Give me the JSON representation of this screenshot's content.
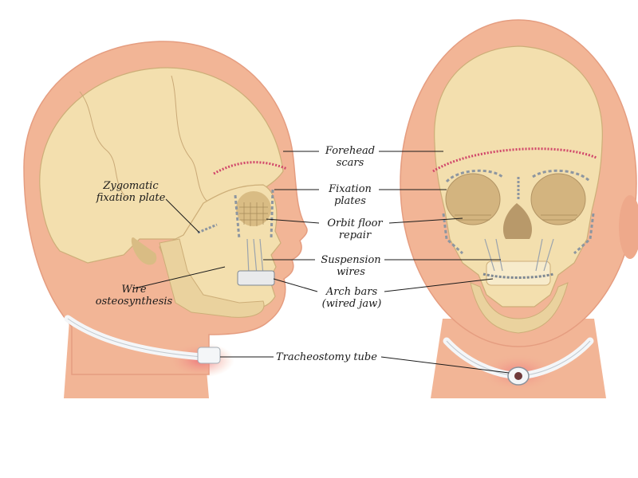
{
  "labels": {
    "forehead_scars": {
      "line1": "Forehead",
      "line2": "scars"
    },
    "fixation_plates": {
      "line1": "Fixation",
      "line2": "plates"
    },
    "orbit_floor_repair": {
      "line1": "Orbit floor",
      "line2": "repair"
    },
    "suspension_wires": {
      "line1": "Suspension",
      "line2": "wires"
    },
    "arch_bars": {
      "line1": "Arch bars",
      "line2": "(wired jaw)"
    },
    "zygomatic_fixation_plate": {
      "line1": "Zygomatic",
      "line2": "fixation plate"
    },
    "wire_osteosynthesis": {
      "line1": "Wire",
      "line2": "osteosynthesis"
    },
    "tracheostomy_tube": "Tracheostomy tube"
  },
  "colors": {
    "skin": "#f2b596",
    "skin_shadow": "#e59d80",
    "bone": "#f3dfae",
    "bone_shadow": "#d9bc84",
    "hardware": "#9aa3ad",
    "scar": "#d1476a",
    "collar": "#f4f6f8",
    "leader": "#1a1a1a"
  }
}
